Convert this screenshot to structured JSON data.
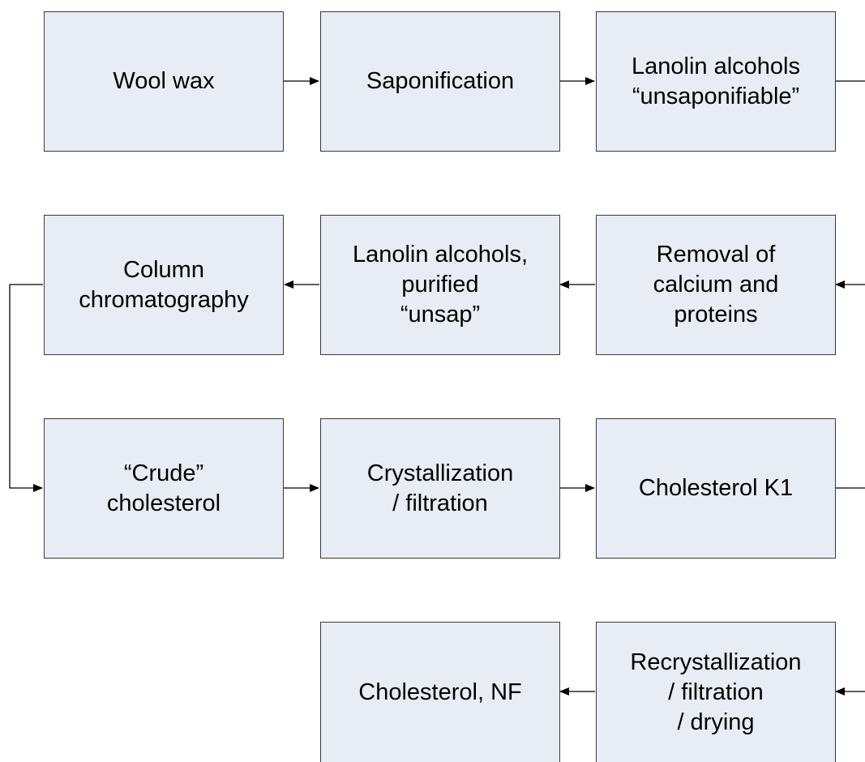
{
  "diagram": {
    "steps": {
      "wool_wax": "Wool wax",
      "saponification": "Saponification",
      "lanolin_alcohols": "Lanolin alcohols\n“unsaponifiable”",
      "removal": "Removal of\ncalcium and\nproteins",
      "lanolin_purified": "Lanolin alcohols,\npurified\n“unsap”",
      "column_chromatography": "Column\nchromatography",
      "crude_cholesterol": "“Crude”\ncholesterol",
      "crystallization": "Crystallization\n/ filtration",
      "cholesterol_k1": "Cholesterol K1",
      "recrystallization": "Recrystallization\n/ filtration\n/ drying",
      "cholesterol_nf": "Cholesterol, NF"
    },
    "colors": {
      "box_fill": "#e8edf5",
      "box_border": "#3a3a3a",
      "connector": "#000000"
    }
  }
}
